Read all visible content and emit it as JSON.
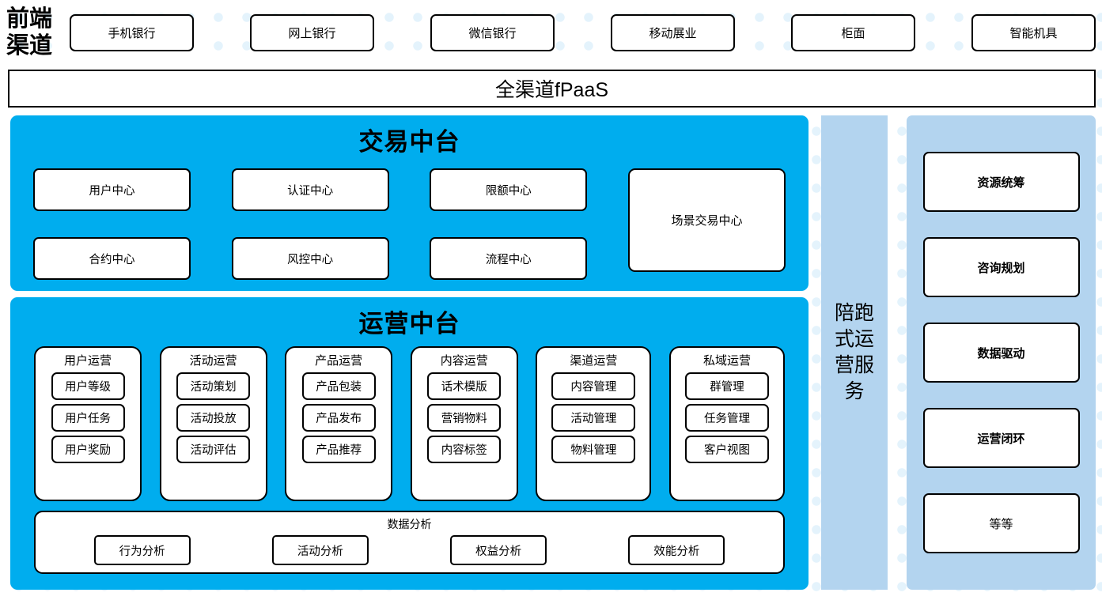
{
  "colors": {
    "cyan_panel": "#00adee",
    "light_blue_panel": "#b3d4ef",
    "dot_pattern": "#e4f3fc",
    "box_border": "#000000",
    "box_fill": "#ffffff"
  },
  "channels": {
    "label": "前端渠道",
    "items": [
      {
        "label": "手机银行"
      },
      {
        "label": "网上银行"
      },
      {
        "label": "微信银行"
      },
      {
        "label": "移动展业"
      },
      {
        "label": "柜面"
      },
      {
        "label": "智能机具"
      }
    ]
  },
  "fpaas": {
    "label": "全渠道fPaaS"
  },
  "trade_platform": {
    "title": "交易中台",
    "columns": [
      {
        "items": [
          "用户中心",
          "合约中心"
        ]
      },
      {
        "items": [
          "认证中心",
          "风控中心"
        ]
      },
      {
        "items": [
          "限额中心",
          "流程中心"
        ]
      }
    ],
    "scene_box": "场景交易中心"
  },
  "ops_platform": {
    "title": "运营中台",
    "groups": [
      {
        "title": "用户运营",
        "items": [
          "用户等级",
          "用户任务",
          "用户奖励"
        ],
        "wide": false
      },
      {
        "title": "活动运营",
        "items": [
          "活动策划",
          "活动投放",
          "活动评估"
        ],
        "wide": false
      },
      {
        "title": "产品运营",
        "items": [
          "产品包装",
          "产品发布",
          "产品推荐"
        ],
        "wide": false
      },
      {
        "title": "内容运营",
        "items": [
          "话术模版",
          "营销物料",
          "内容标签"
        ],
        "wide": false
      },
      {
        "title": "渠道运营",
        "items": [
          "内容管理",
          "活动管理",
          "物料管理"
        ],
        "wide": true
      },
      {
        "title": "私域运营",
        "items": [
          "群管理",
          "任务管理",
          "客户视图"
        ],
        "wide": true
      }
    ],
    "analysis": {
      "title": "数据分析",
      "items": [
        "行为分析",
        "活动分析",
        "权益分析",
        "效能分析"
      ]
    }
  },
  "accompany": {
    "label": "陪跑式运营服务"
  },
  "services": {
    "items": [
      {
        "label": "资源统筹",
        "bold": true
      },
      {
        "label": "咨询规划",
        "bold": true
      },
      {
        "label": "数据驱动",
        "bold": true
      },
      {
        "label": "运营闭环",
        "bold": true
      },
      {
        "label": "等等",
        "bold": false
      }
    ]
  }
}
